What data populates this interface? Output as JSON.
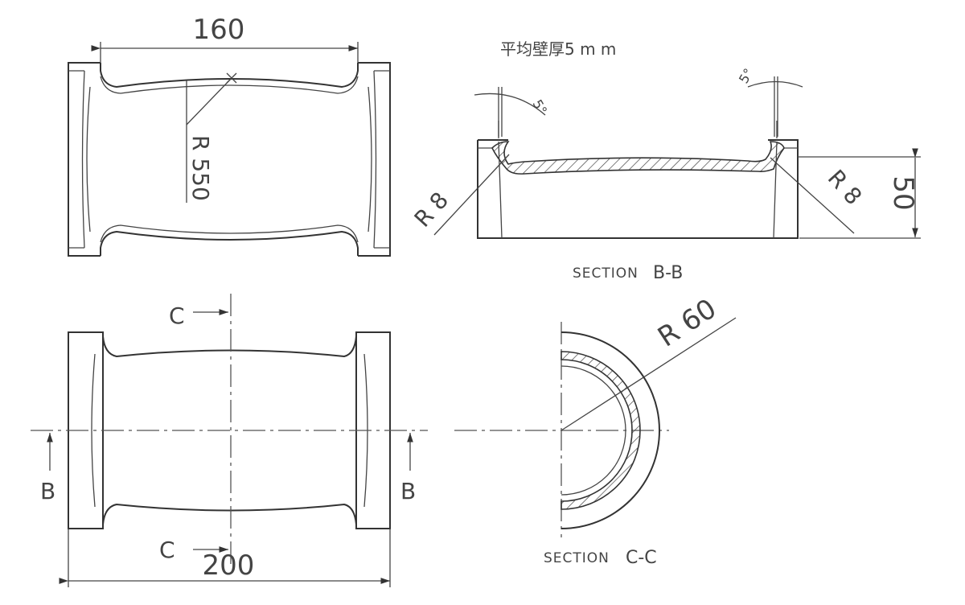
{
  "top_view": {
    "width_dim": "160",
    "radius_dim": "R 550"
  },
  "bottom_view": {
    "length_dim": "200",
    "section_c_top": "C",
    "section_c_bottom": "C",
    "section_b_left": "B",
    "section_b_right": "B"
  },
  "section_bb": {
    "note": "平均壁厚5 m m",
    "angle_left": "5°",
    "angle_right": "5°",
    "radius_left": "R 8",
    "radius_right": "R 8",
    "height_dim": "50",
    "title_prefix": "SECTION",
    "title_id": "B-B"
  },
  "section_cc": {
    "radius_dim": "R 60",
    "title_prefix": "SECTION",
    "title_id": "C-C"
  },
  "colors": {
    "line": "#333333",
    "background": "#ffffff"
  }
}
